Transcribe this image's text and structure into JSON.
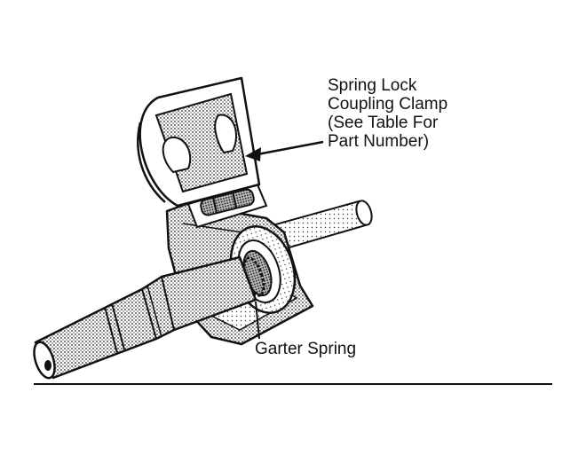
{
  "callouts": {
    "clamp_label_lines": [
      "Spring Lock",
      "Coupling Clamp",
      "(See Table For",
      "Part Number)"
    ],
    "garter_spring_label": "Garter Spring"
  },
  "colors": {
    "ink": "#111111",
    "paper": "#ffffff",
    "halftone_shade": "#8a8a8a"
  },
  "illustration": {
    "style": "black-and-white line art with stippled shading",
    "parts": [
      "spring-lock-coupling-clamp",
      "tube-fitting",
      "garter-spring",
      "tube"
    ]
  }
}
